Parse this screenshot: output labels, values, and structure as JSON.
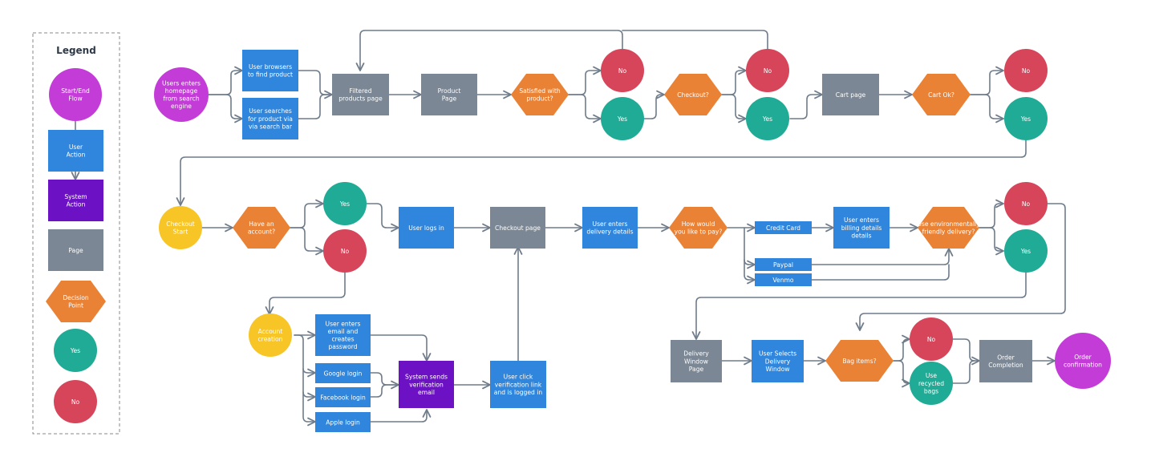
{
  "legend": {
    "title": "Legend",
    "items": {
      "start_end": "Start/End\nFlow",
      "user_action": "User\nAction",
      "system_action": "System\nAction",
      "page": "Page",
      "decision": "Decision\nPoint",
      "yes": "Yes",
      "no": "No"
    }
  },
  "colors": {
    "start_end": "#c43cd8",
    "user_action": "#2f86dc",
    "system_action": "#6c11c4",
    "page": "#7b8794",
    "decision": "#ea8236",
    "yes": "#1fab95",
    "no": "#d7455a",
    "checkout_start": "#f7c526",
    "edge": "#6f7c8b"
  },
  "nodes": {
    "users_enters_homepage": "Users enters\nhomepage\nfrom search\nengine",
    "user_browses": "User browsers\nto find product",
    "user_searches": "User searches\nfor product via\nvia search bar",
    "filtered_products_page": "Filtered\nproducts page",
    "product_page": "Product\nPage",
    "satisfied_with_product": "Satisfied with\nproduct?",
    "satisfied_no": "No",
    "satisfied_yes": "Yes",
    "checkout_decision": "Checkout?",
    "checkout_no": "No",
    "checkout_yes": "Yes",
    "cart_page": "Cart page",
    "cart_ok": "Cart Ok?",
    "cart_no": "No",
    "cart_yes": "Yes",
    "checkout_start": "Checkout\nStart",
    "have_account": "Have an\naccount?",
    "account_yes": "Yes",
    "account_no": "No",
    "user_logs_in": "User logs in",
    "checkout_page": "Checkout page",
    "enters_delivery": "User enters\ndelivery details",
    "how_pay": "How would\nyou like to pay?",
    "credit_card": "Credit Card",
    "paypal": "Paypal",
    "venmo": "Venmo",
    "enters_billing": "User enters\nbilling details\ndetails",
    "env_delivery": "Use environmentally\nfriendly delivery?",
    "env_no": "No",
    "env_yes": "Yes",
    "account_creation": "Account\ncreation",
    "email_create": "User enters\nemail and\ncreates\npassword",
    "google_login": "Google login",
    "facebook_login": "Facebook login",
    "apple_login": "Apple login",
    "sends_verification": "System sends\nverification\nemail",
    "clicks_verification": "User click\nverification link\nand is logged in",
    "delivery_window_page": "Delivery\nWindow\nPage",
    "selects_delivery_window": "User Selects\nDelivery\nWindow",
    "bag_items": "Bag items?",
    "bag_no": "No",
    "bag_yes": "Use\nrecycled\nbags",
    "order_completion": "Order\nCompletion",
    "order_confirmation": "Order\nconfirmation"
  }
}
